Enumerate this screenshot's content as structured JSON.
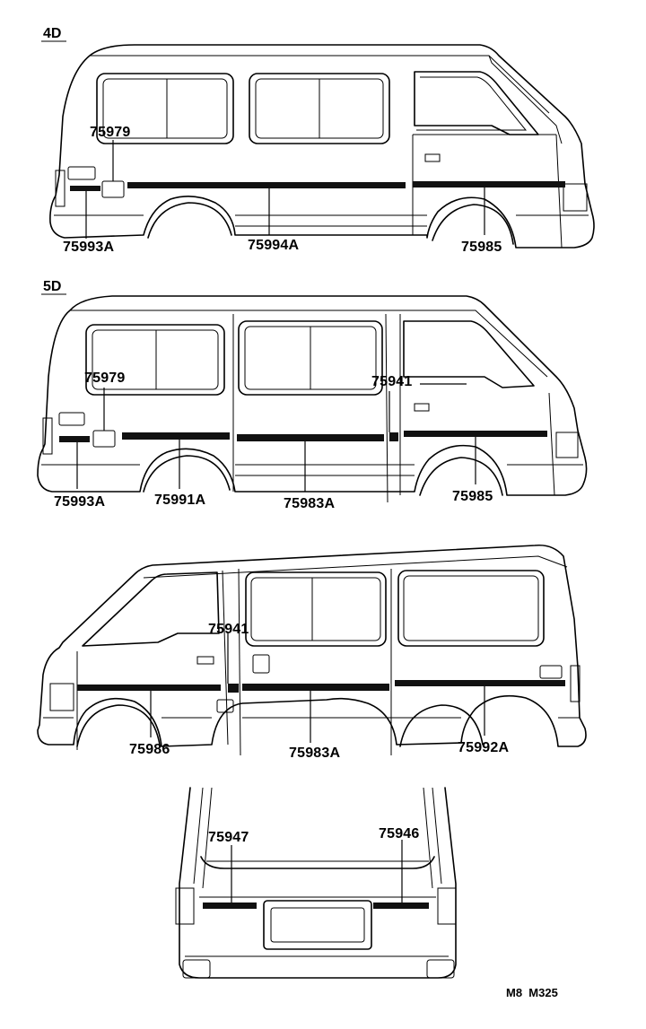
{
  "sections": {
    "four_door": {
      "title": "4D"
    },
    "five_door": {
      "title": "5D"
    }
  },
  "callouts": {
    "d4_75979": "75979",
    "d4_75993A": "75993A",
    "d4_75994A": "75994A",
    "d4_75985": "75985",
    "d5_75979": "75979",
    "d5_75941": "75941",
    "d5_75993A": "75993A",
    "d5_75991A": "75991A",
    "d5_75983A": "75983A",
    "d5_75985": "75985",
    "rs_75941": "75941",
    "rs_75986": "75986",
    "rs_75983A": "75983A",
    "rs_75992A": "75992A",
    "rear_75947": "75947",
    "rear_75946": "75946"
  },
  "footer": {
    "ref": "M8  M325"
  }
}
